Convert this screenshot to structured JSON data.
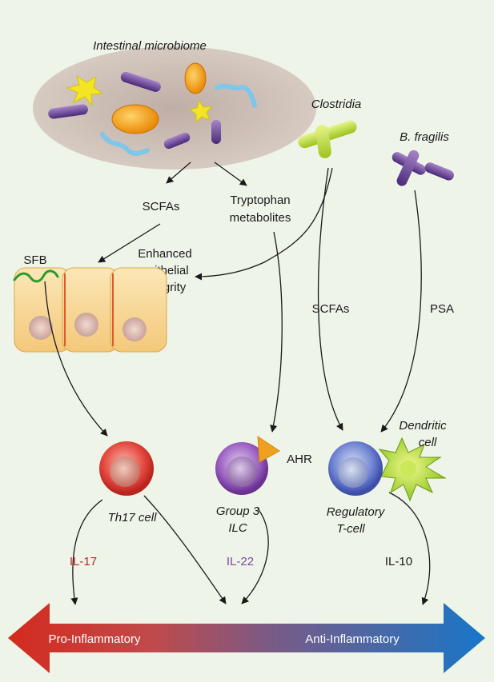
{
  "labels": {
    "microbiome": "Intestinal microbiome",
    "clostridia": "Clostridia",
    "bfragilis": "B. fragilis",
    "scfas_top": "SCFAs",
    "tryptophan_1": "Tryptophan",
    "tryptophan_2": "metabolites",
    "sfb": "SFB",
    "enhanced_1": "Enhanced",
    "enhanced_2": "epithelial",
    "enhanced_3": "integrity",
    "scfas_mid": "SCFAs",
    "psa": "PSA",
    "dendritic_1": "Dendritic",
    "dendritic_2": "cell",
    "ahr": "AHR",
    "th17": "Th17 cell",
    "ilc_1": "Group 3",
    "ilc_2": "ILC",
    "treg_1": "Regulatory",
    "treg_2": "T-cell",
    "il17": "IL-17",
    "il22": "IL-22",
    "il10": "IL-10",
    "pro": "Pro-Inflammatory",
    "anti": "Anti-Inflammatory"
  },
  "colors": {
    "background": "#eef4e8",
    "il17": "#c0242b",
    "il22": "#7b4a9a",
    "il10": "#1a1a1a",
    "pro_arrow": "#d42a1e",
    "anti_arrow": "#1876c8",
    "arrow_label_text": "#ffffff"
  }
}
